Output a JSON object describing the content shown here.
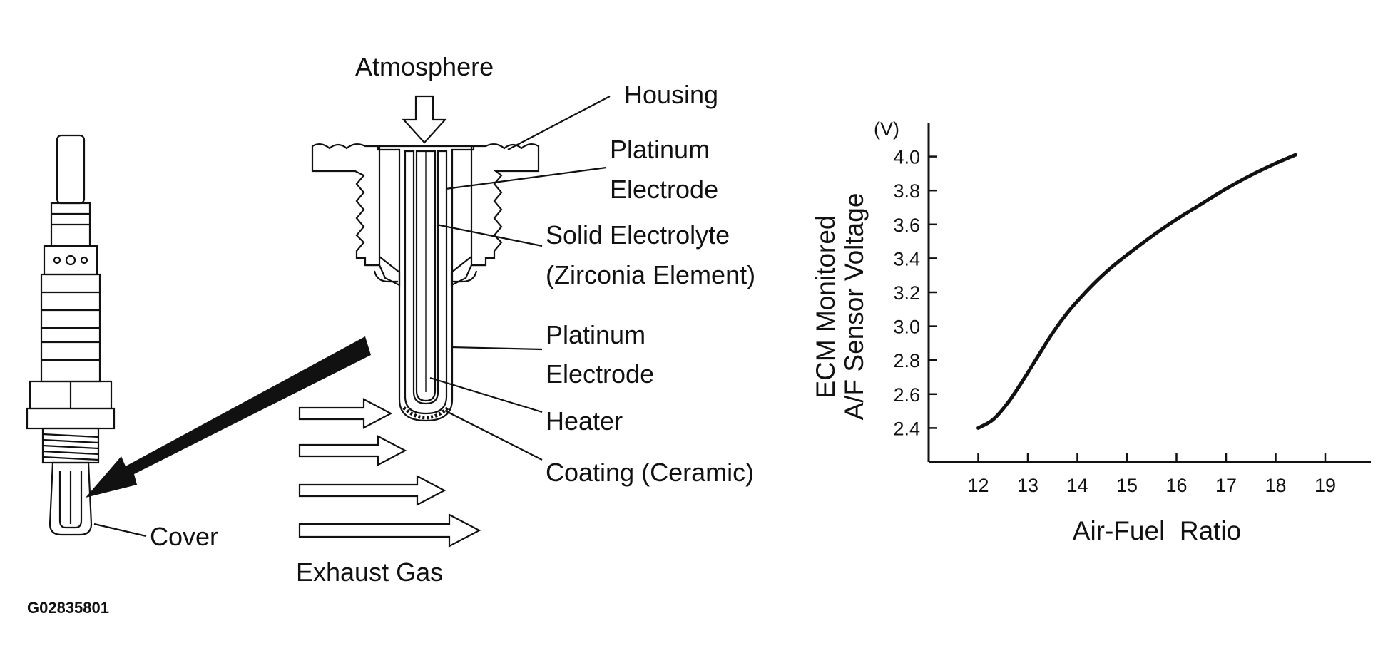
{
  "figure_code": "G02835801",
  "sensor": {
    "labels": {
      "atmosphere": "Atmosphere",
      "housing": "Housing",
      "platinum_electrode_outer_1": "Platinum",
      "platinum_electrode_outer_2": "Electrode",
      "solid_electrolyte_1": "Solid Electrolyte",
      "solid_electrolyte_2": "(Zirconia Element)",
      "platinum_electrode_inner_1": "Platinum",
      "platinum_electrode_inner_2": "Electrode",
      "heater": "Heater",
      "coating": "Coating (Ceramic)",
      "cover": "Cover",
      "exhaust_gas": "Exhaust Gas"
    }
  },
  "chart_data": {
    "type": "line",
    "xlabel": "Air-Fuel  Ratio",
    "ylabel_line1": "ECM Monitored",
    "ylabel_line2": "A/F Sensor Voltage",
    "y_unit": "(V)",
    "x_ticks": [
      12,
      13,
      14,
      15,
      16,
      17,
      18,
      19
    ],
    "y_ticks": [
      "2.4",
      "2.6",
      "2.8",
      "3.0",
      "3.2",
      "3.4",
      "3.6",
      "3.8",
      "4.0"
    ],
    "xlim": [
      11,
      19.9
    ],
    "ylim": [
      2.2,
      4.2
    ],
    "grid": false,
    "series": [
      {
        "x": [
          12.0,
          12.3,
          12.6,
          12.9,
          13.2,
          13.5,
          13.8,
          14.1,
          14.4,
          14.7,
          15.0,
          15.5,
          16.0,
          16.5,
          17.0,
          17.5,
          18.0,
          18.4
        ],
        "y": [
          2.4,
          2.45,
          2.55,
          2.68,
          2.82,
          2.96,
          3.08,
          3.18,
          3.27,
          3.35,
          3.42,
          3.53,
          3.63,
          3.72,
          3.81,
          3.89,
          3.96,
          4.01
        ]
      }
    ]
  }
}
